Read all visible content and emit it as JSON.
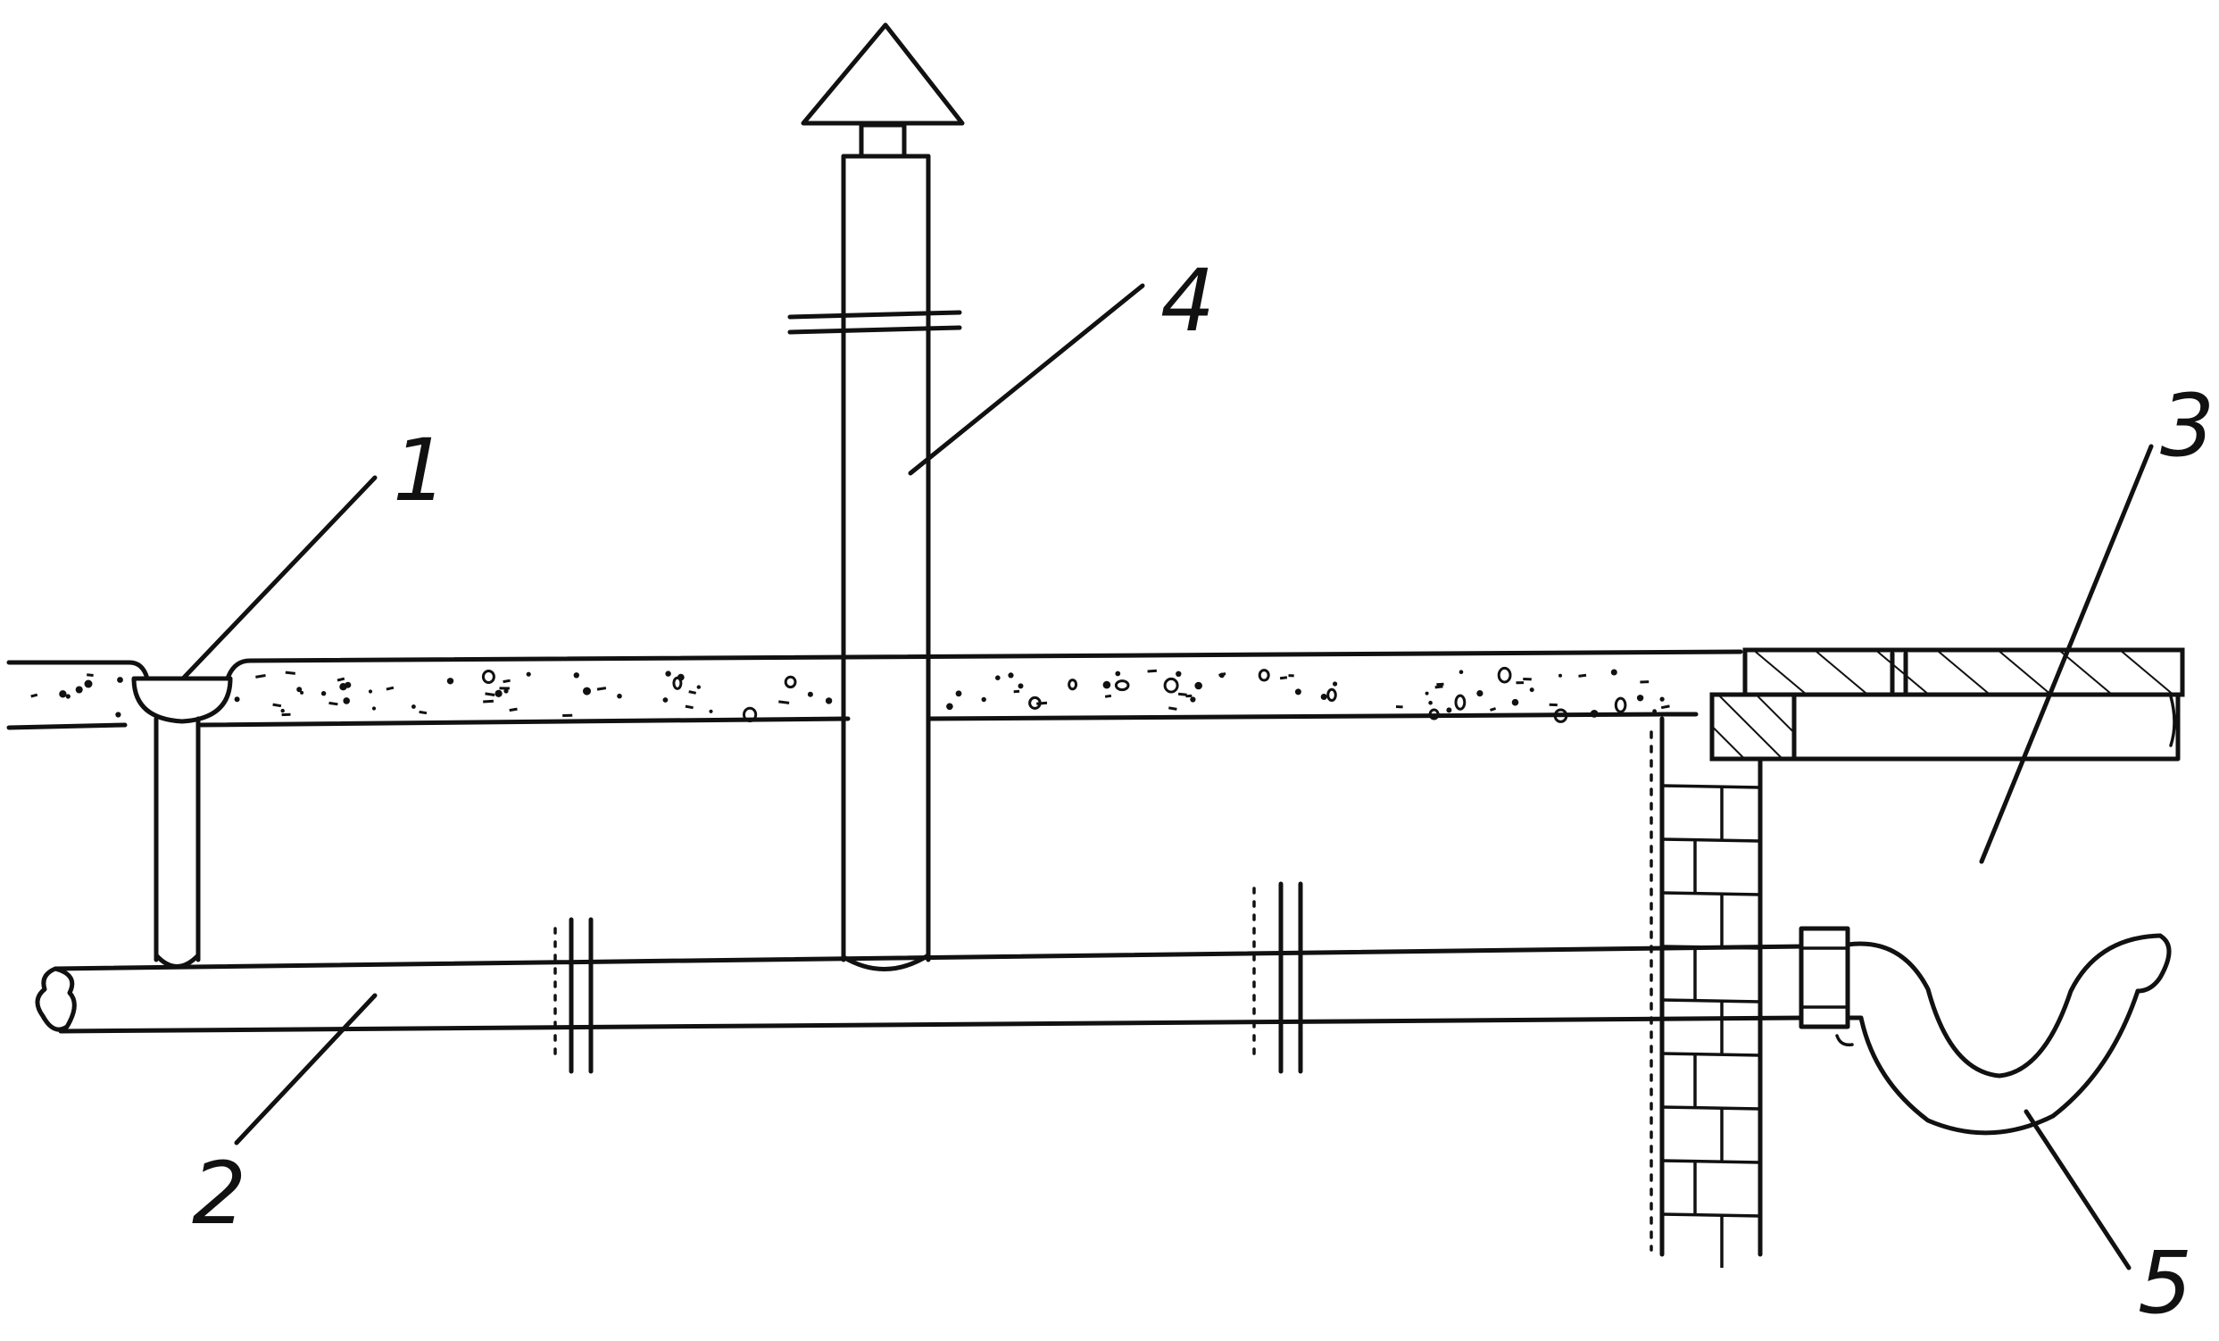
{
  "labels": {
    "floor_drain": "1",
    "horizontal_pipe": "2",
    "room": "3",
    "vent_stack": "4",
    "trap": "5"
  },
  "colors": {
    "ink": "#111111",
    "background": "#ffffff"
  }
}
